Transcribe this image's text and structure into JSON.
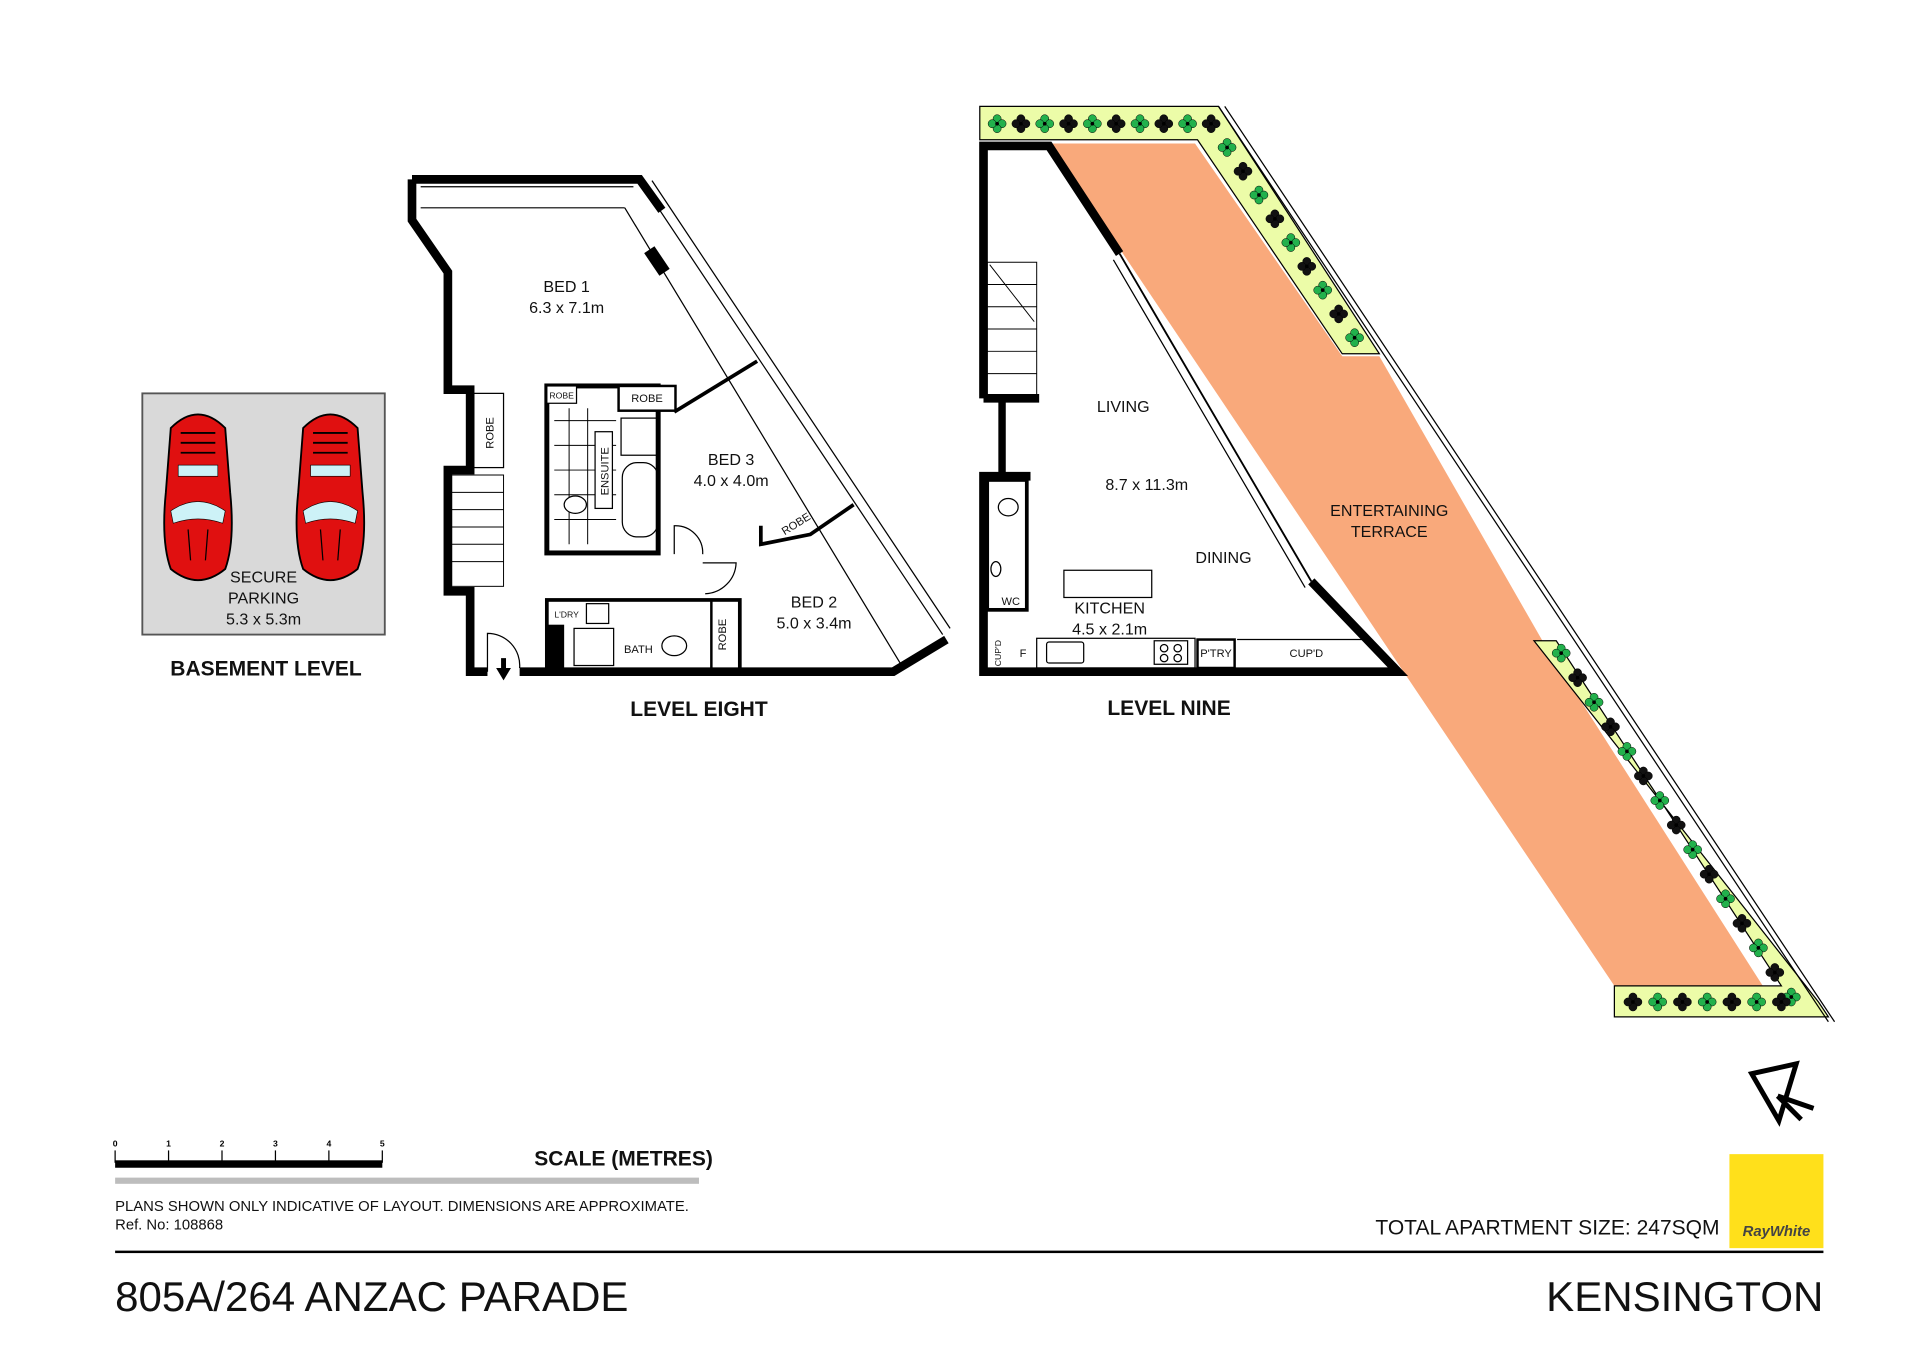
{
  "basement": {
    "title": "BASEMENT LEVEL",
    "room": {
      "name_line1": "SECURE",
      "name_line2": "PARKING",
      "size": "5.3 x 5.3m"
    },
    "car_color": "#e01010",
    "floor_color": "#d9d9d9"
  },
  "level_eight": {
    "title": "LEVEL EIGHT",
    "rooms": {
      "bed1": {
        "name": "BED 1",
        "size": "6.3 x 7.1m"
      },
      "bed2": {
        "name": "BED 2",
        "size": "5.0 x 3.4m"
      },
      "bed3": {
        "name": "BED 3",
        "size": "4.0 x 4.0m"
      },
      "ensuite": "ENSUITE",
      "bath": "BATH",
      "laundry": "L'DRY",
      "robe": "ROBE"
    }
  },
  "level_nine": {
    "title": "LEVEL NINE",
    "rooms": {
      "living": "LIVING",
      "living_size": "8.7 x 11.3m",
      "dining": "DINING",
      "kitchen": {
        "name": "KITCHEN",
        "size": "4.5 x 2.1m"
      },
      "wc": "WC",
      "cupd_small": "CUP'D",
      "fridge": "F",
      "pantry": "P'TRY",
      "cupd": "CUP'D",
      "terrace_line1": "ENTERTAINING",
      "terrace_line2": "TERRACE"
    },
    "terrace_color": "#f9a97b",
    "planter_color": "#ecfca8"
  },
  "scale": {
    "title": "SCALE (METRES)",
    "ticks": [
      "0",
      "1",
      "2",
      "3",
      "4",
      "5"
    ]
  },
  "footer": {
    "disclaimer": "PLANS SHOWN ONLY INDICATIVE OF LAYOUT.  DIMENSIONS ARE APPROXIMATE.",
    "ref": "Ref. No: 108868",
    "total_size": "TOTAL APARTMENT SIZE: 247SQM",
    "address": "805A/264 ANZAC PARADE",
    "suburb": "KENSINGTON"
  },
  "logo": {
    "text": "RayWhite",
    "color": "#ffe01b"
  },
  "icons": {
    "north_arrow": "north-arrow-icon",
    "entry": "entry-arrow-icon"
  }
}
